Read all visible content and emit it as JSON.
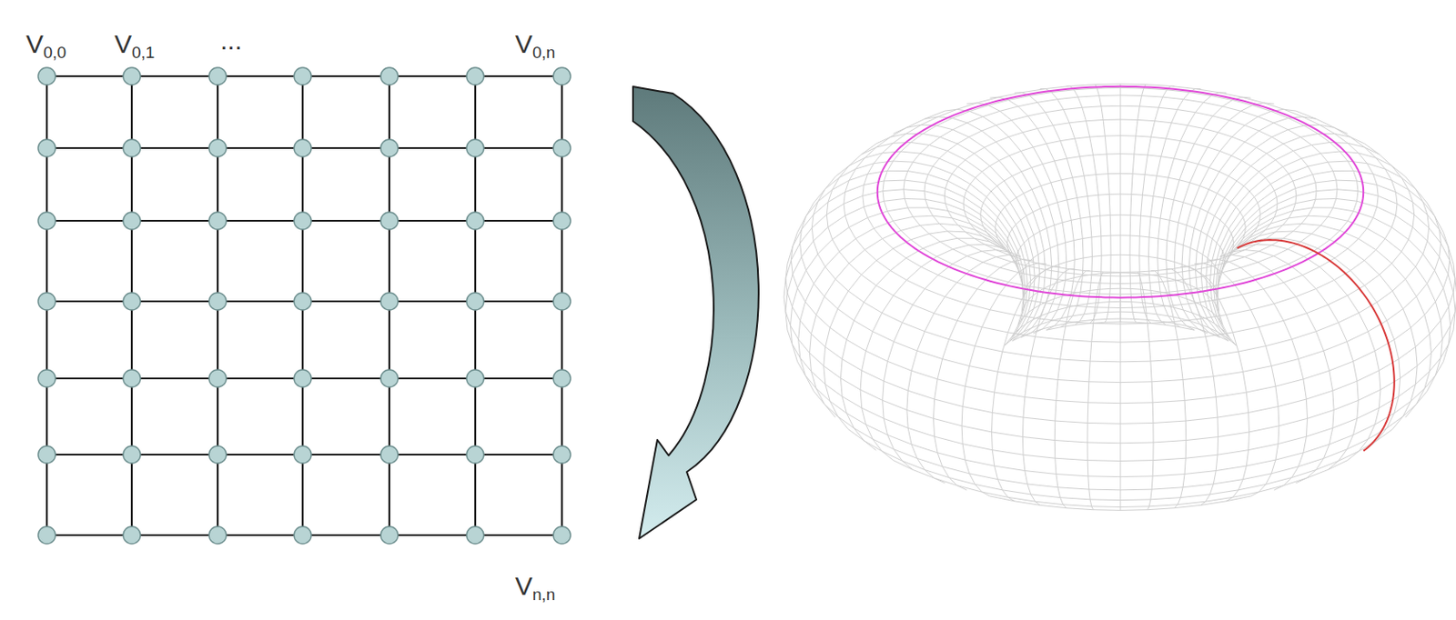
{
  "diagram": {
    "labels": [
      "V0,0",
      "V0,1",
      "...",
      "V0,n",
      "Vn,n"
    ]
  }
}
